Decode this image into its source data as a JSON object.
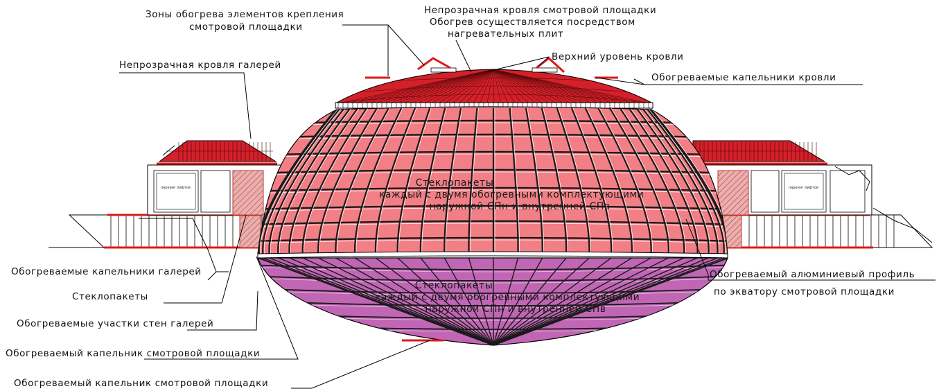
{
  "labels": {
    "zones": [
      "Зоны обогрева элементов крепления",
      "смотровой площадки"
    ],
    "roof_view": [
      "Непрозрачная кровля смотровой площадки",
      "Обогрев осуществляется посредством",
      "нагревательных плит"
    ],
    "roof_level": "Верхний уровень кровли",
    "gallery_roof": "Непрозрачная кровля галерей",
    "roof_drips": "Обогреваемые капельники кровли",
    "glass_upper": [
      "Стеклопакеты",
      "каждый с двумя обогревными комплектующими",
      "наружной СПн и внутренней СПв"
    ],
    "glass_lower": [
      "Стеклопакеты",
      "каждый с двумя обогревными комплектующими",
      "наружной СПн и внутренней СПв"
    ],
    "gallery_drips": "Обогреваемые капельники галерей",
    "glass": "Стеклопакеты",
    "gallery_walls": "Обогреваемые участки стен галерей",
    "platform_drip_1": "Обогреваемый капельник смотровой площадки",
    "platform_drip_2": "Обогреваемый капельник смотровой площадки",
    "profile": [
      "Обогреваемый алюминиевый профиль",
      "по экватору смотровой площадки"
    ],
    "sign_left": "паркинг лифтов",
    "sign_right": "паркинг лифтов"
  },
  "colors": {
    "upper_glass": "#f27f85",
    "lower_glass": "#c066b4",
    "roof": "#d4202a",
    "heated": "#e01818",
    "wall_hatch": "#d98c8c"
  }
}
